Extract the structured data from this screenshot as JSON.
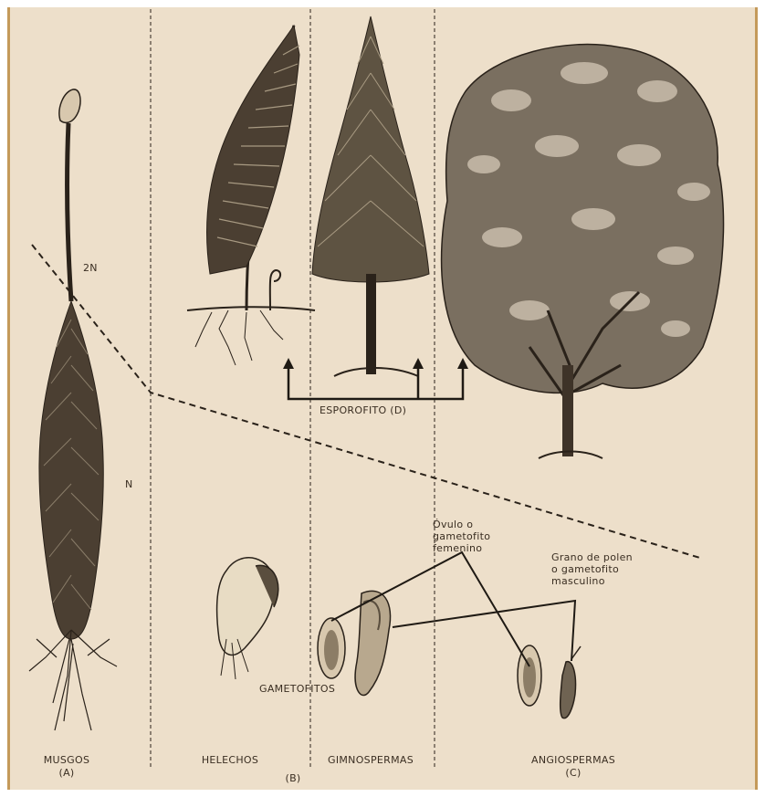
{
  "labels": {
    "two_n": "2N",
    "n": "N",
    "esporofito": "ESPOROFITO (D)",
    "gametofitos": "GAMETOFITOS",
    "ovulo": "Óvulo o\ngametofito\nfemenino",
    "polen": "Grano de polen\no gametofito\nmasculino"
  },
  "groups": [
    {
      "name": "MUSGOS",
      "letter": "(A)"
    },
    {
      "name": "HELECHOS",
      "letter": ""
    },
    {
      "name": "",
      "letter": "(B)"
    },
    {
      "name": "GIMNOSPERMAS",
      "letter": ""
    },
    {
      "name": "ANGIOSPERMAS",
      "letter": "(C)"
    }
  ],
  "colors": {
    "background": "#eddfca",
    "border": "#c49a5a",
    "ink": "#2a221a",
    "plant_dark": "#3e3328",
    "plant_mid": "#6f6352"
  }
}
